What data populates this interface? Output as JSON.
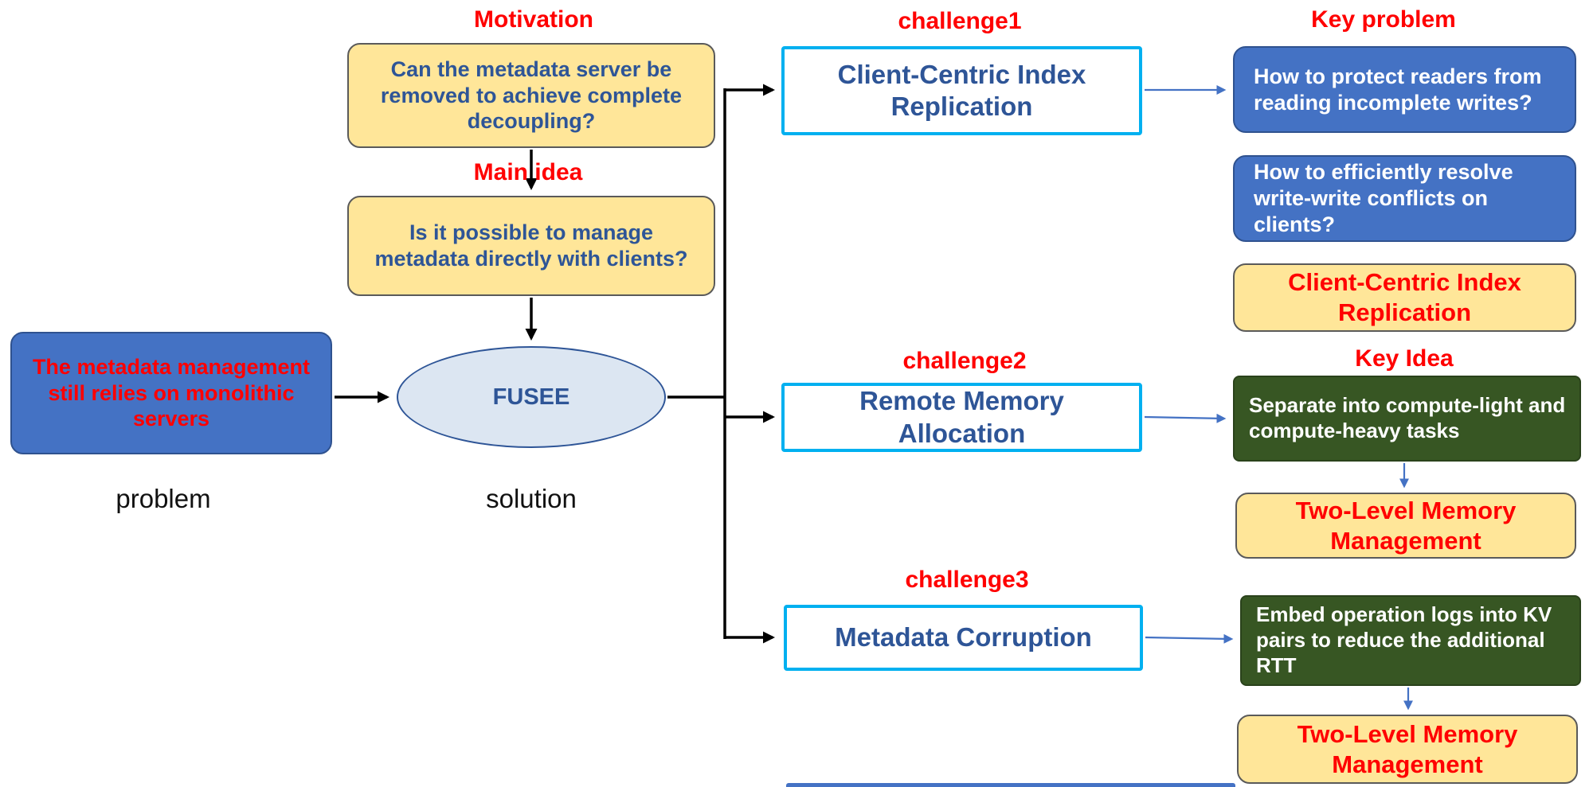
{
  "diagram": {
    "motivation_label": "Motivation",
    "motivation_box": "Can the metadata server be removed to achieve complete decoupling?",
    "main_idea_label": "Main idea",
    "main_idea_box": "Is it possible to manage metadata directly with clients?",
    "problem_box": "The metadata management still relies on monolithic servers",
    "problem_label": "problem",
    "fusee_label": "FUSEE",
    "solution_label": "solution",
    "challenge1_label": "challenge1",
    "challenge1_box": "Client-Centric Index Replication",
    "challenge2_label": "challenge2",
    "challenge2_box": "Remote Memory Allocation",
    "challenge3_label": "challenge3",
    "challenge3_box": "Metadata Corruption",
    "key_problem_label": "Key problem",
    "key_problem_box1": "How to protect readers from reading incomplete writes?",
    "key_problem_box2": "How to efficiently resolve write-write conflicts on clients?",
    "solution_box1": "Client-Centric Index Replication",
    "key_idea_label": "Key Idea",
    "key_idea_box1": "Separate into compute-light and compute-heavy tasks",
    "two_level_box1": "Two-Level Memory Management",
    "key_idea_box2": "Embed operation logs into KV pairs to reduce the additional RTT",
    "two_level_box2": "Two-Level Memory Management",
    "colors": {
      "blue_fill": "#4472C4",
      "yellow_fill": "#FFE699",
      "green_fill": "#375623",
      "cyan_border": "#00B0F0",
      "ellipse_fill": "#DCE6F2",
      "red_text": "#FF0000",
      "dark_blue_text": "#2E5597",
      "arrow_black": "#000000",
      "arrow_blue": "#4472C4"
    }
  }
}
